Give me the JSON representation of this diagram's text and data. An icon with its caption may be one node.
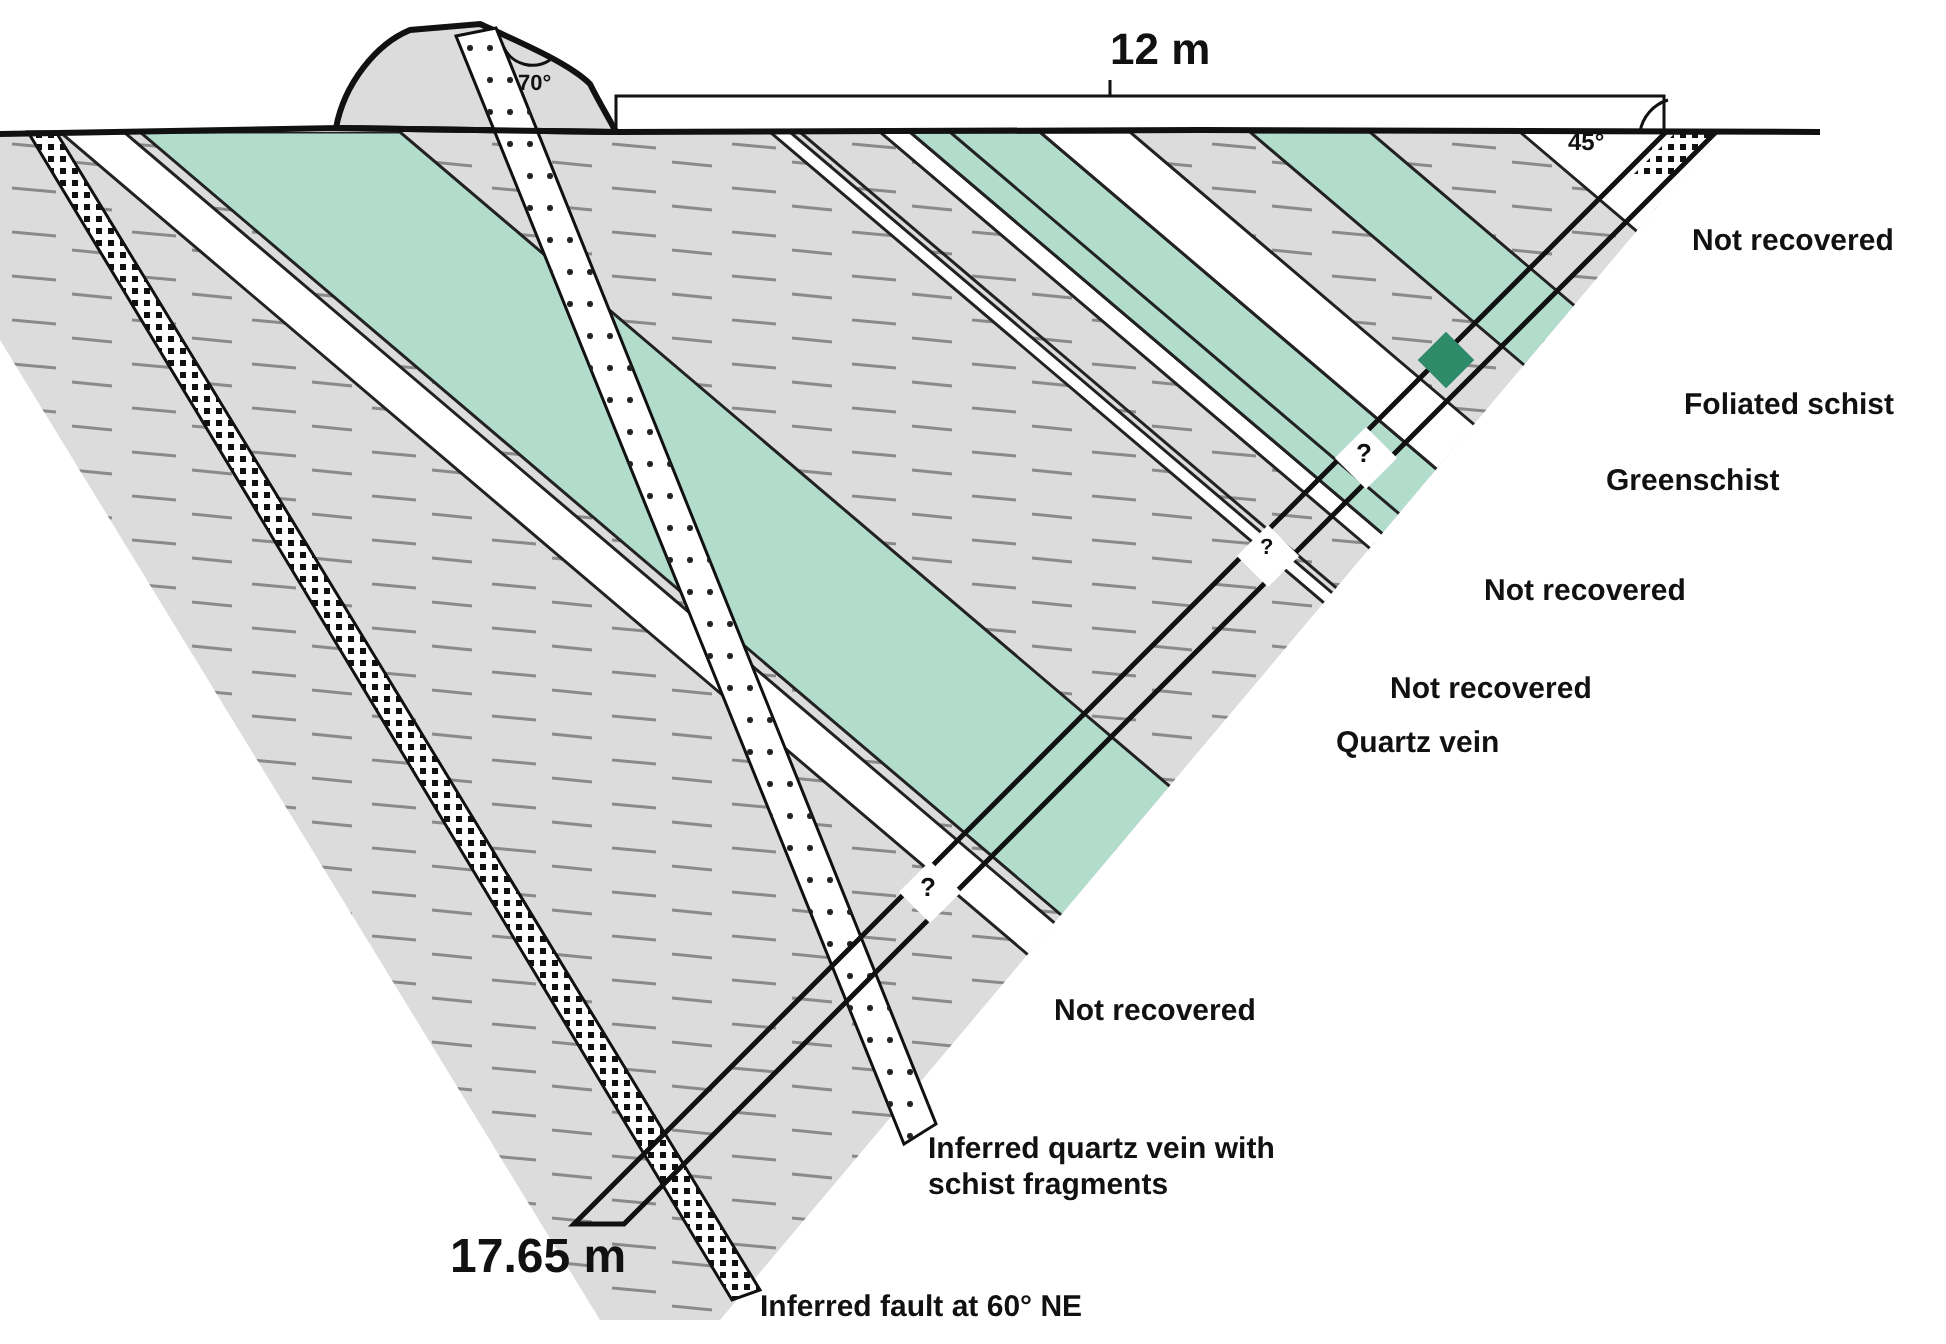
{
  "diagram": {
    "labels": [
      "12 m",
      "70°",
      "45°",
      "Not recovered",
      "Foliated schist",
      "?",
      "Greenschist",
      "?",
      "Not recovered",
      "Not recovered",
      "Quartz vein",
      "?",
      "Not recovered",
      "Inferred quartz vein with schist fragments",
      "17.65 m",
      "Inferred fault at 60° NE"
    ]
  }
}
